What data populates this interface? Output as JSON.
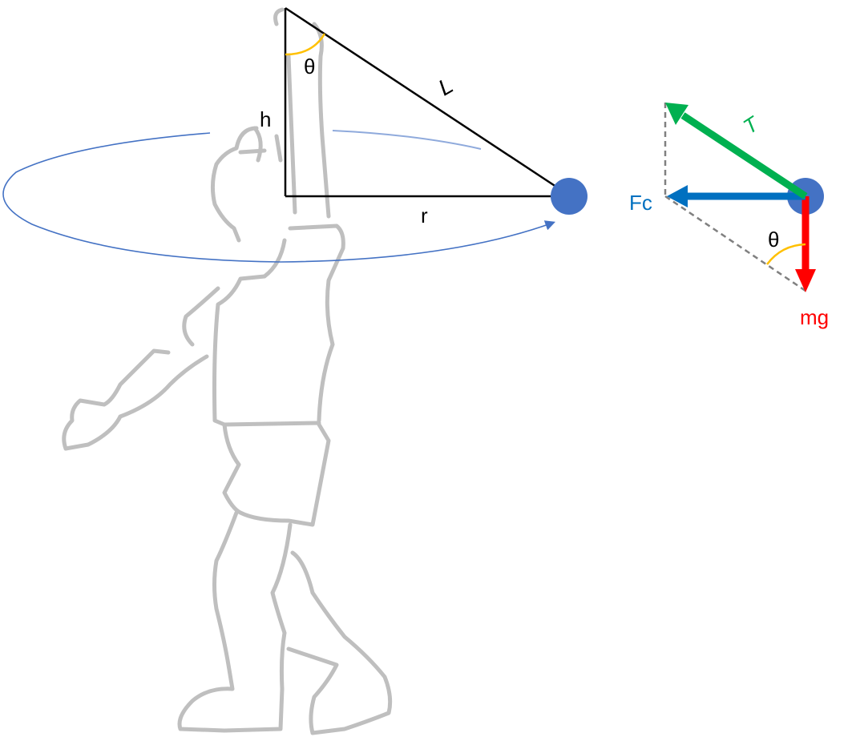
{
  "labels": {
    "theta_top": "θ",
    "length": "L",
    "height": "h",
    "radius": "r",
    "tension": "T",
    "centripetal_force": "Fc",
    "theta_force": "θ",
    "weight": "mg"
  },
  "colors": {
    "ball": "#4472C4",
    "orbit": "#4472C4",
    "tension": "#00B050",
    "centripetal": "#0070C0",
    "weight": "#FF0000",
    "angle_arc": "#FFC000",
    "person": "#BFBFBF",
    "dashed": "#808080"
  }
}
